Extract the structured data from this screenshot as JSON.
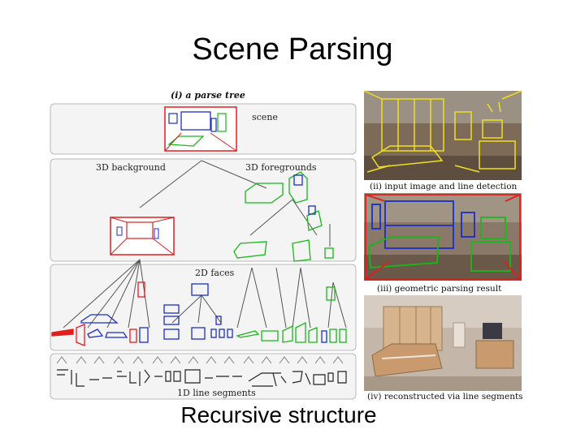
{
  "slide": {
    "title": "Scene Parsing",
    "caption": "Recursive structure"
  },
  "figure": {
    "tree_heading": "(i) a parse tree",
    "level_scene": "scene",
    "level_background": "3D background",
    "level_foregrounds": "3D foregrounds",
    "level_faces": "2D faces",
    "level_lines": "1D line segments",
    "panel_ii": "(ii) input image and line detection",
    "panel_iii": "(iii) geometric parsing result",
    "panel_iv": "(iv) reconstructed via line segments"
  },
  "colors": {
    "red": "#e01e1e",
    "blue": "#1a2ec8",
    "green": "#18b818",
    "yellow": "#f0e020"
  }
}
